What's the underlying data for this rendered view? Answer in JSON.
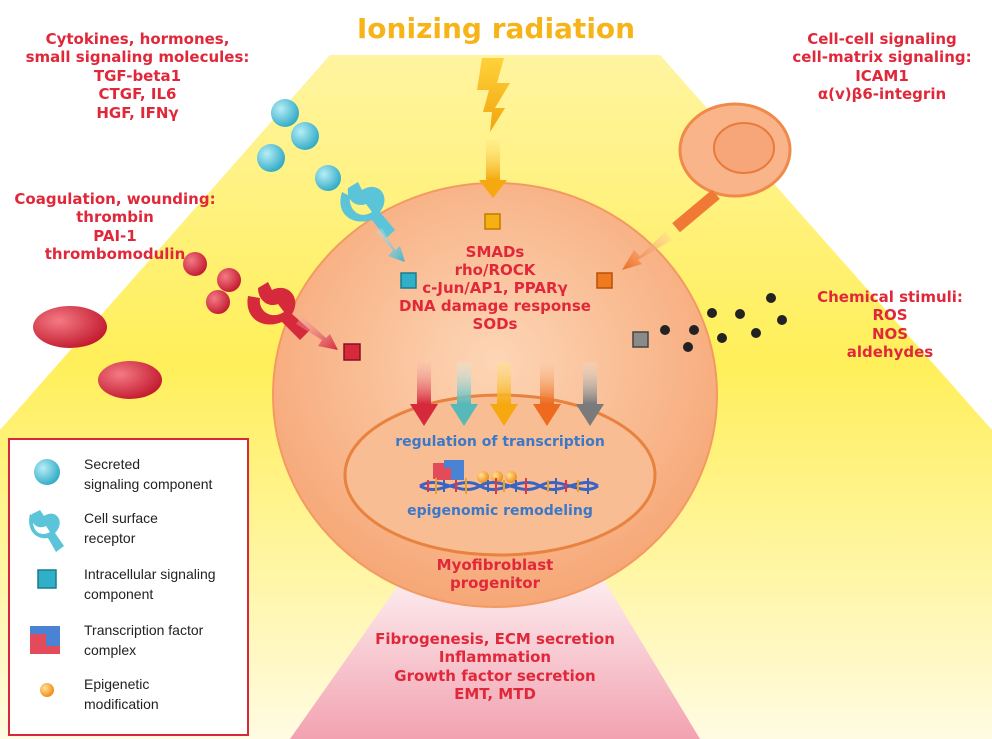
{
  "title": "Ionizing radiation",
  "top_left": {
    "lines": [
      "Cytokines, hormones,",
      "small signaling molecules:",
      "TGF-beta1",
      "CTGF, IL6",
      "HGF, IFNγ"
    ]
  },
  "top_right": {
    "lines": [
      "Cell-cell signaling",
      "cell-matrix signaling:",
      "ICAM1",
      "α(v)β6-integrin"
    ]
  },
  "mid_left": {
    "lines": [
      "Coagulation, wounding:",
      "thrombin",
      "PAI-1",
      "thrombomodulin"
    ]
  },
  "mid_right": {
    "lines": [
      "Chemical stimuli:",
      "ROS",
      "NOS",
      "aldehydes"
    ]
  },
  "cell_center": {
    "lines": [
      "SMADs",
      "rho/ROCK",
      "c-Jun/AP1, PPARγ",
      "DNA damage response",
      "SODs"
    ]
  },
  "nucleus": {
    "regulation": "regulation of transcription",
    "epigenomic": "epigenomic remodeling"
  },
  "cell_name": {
    "lines": [
      "Myofibroblast",
      "progenitor"
    ]
  },
  "outputs": {
    "lines": [
      "Fibrogenesis, ECM secretion",
      "Inflammation",
      "Growth factor secretion",
      "EMT, MTD"
    ]
  },
  "legend": {
    "items": [
      {
        "icon": "secreted-sphere-icon",
        "lines": [
          "Secreted",
          "signaling component"
        ]
      },
      {
        "icon": "receptor-icon",
        "lines": [
          "Cell surface",
          "receptor"
        ]
      },
      {
        "icon": "cube-icon",
        "lines": [
          "Intracellular signaling",
          "component"
        ]
      },
      {
        "icon": "transcription-complex-icon",
        "lines": [
          "Transcription factor",
          "complex"
        ]
      },
      {
        "icon": "epigenetic-dot-icon",
        "lines": [
          "Epigenetic",
          "modification"
        ]
      }
    ]
  },
  "colors": {
    "label_red": "#e0283a",
    "title_yellow": "#f6b418",
    "cell_orange": "#f7a876",
    "nucleus_outline": "#e8823e",
    "cyan": "#55c2d6",
    "red": "#d62a3c",
    "orange_pathway": "#f07a35",
    "gray": "#7a7a7a",
    "blue_text": "#3c78c8"
  }
}
